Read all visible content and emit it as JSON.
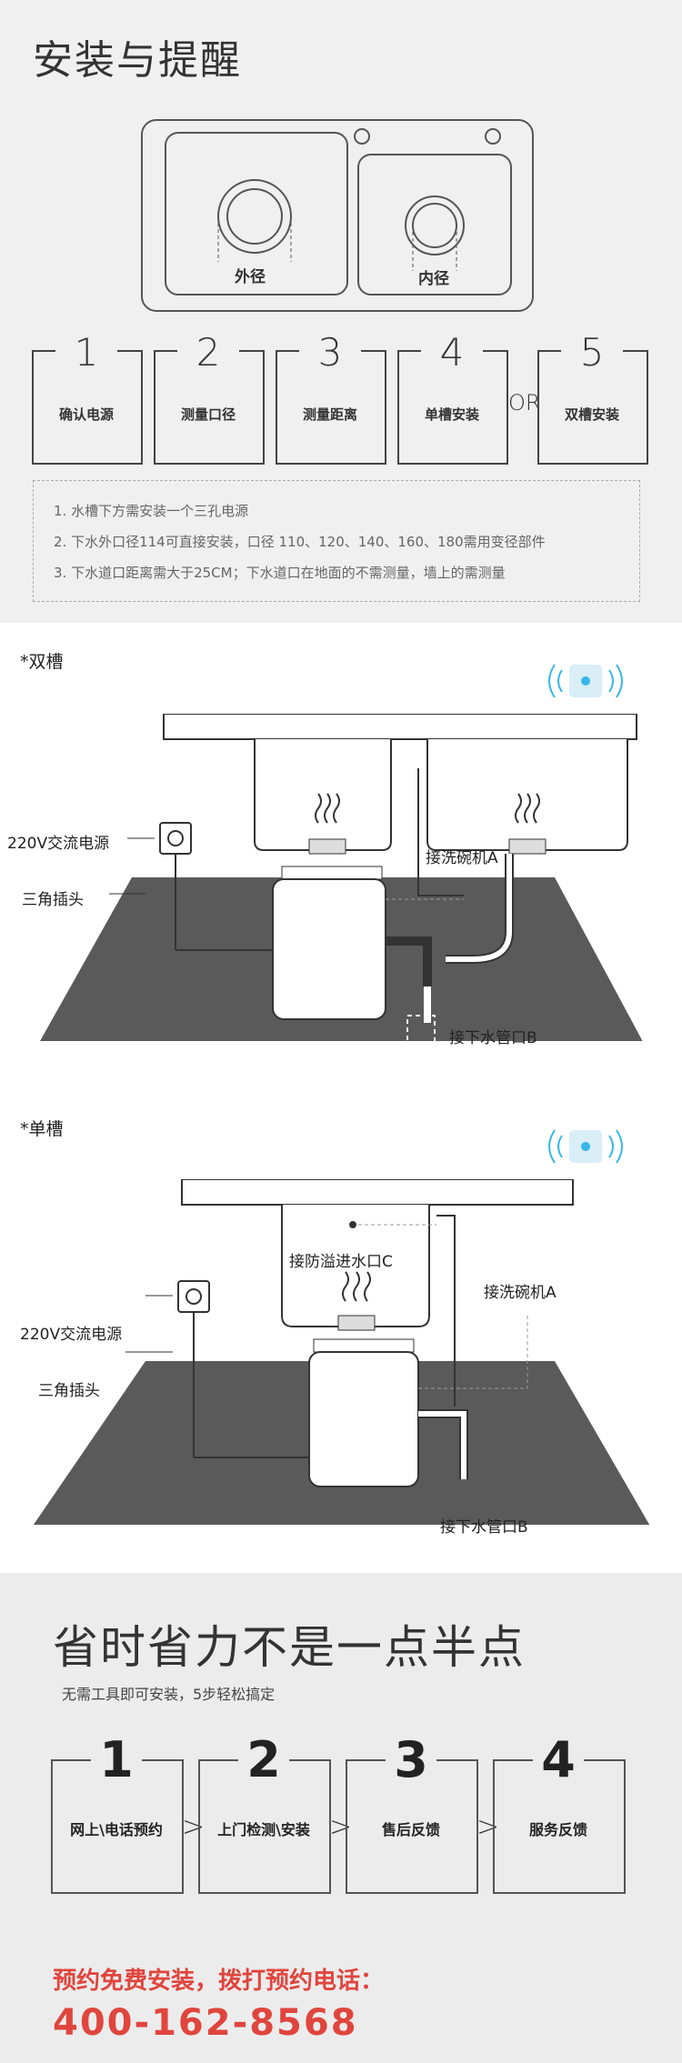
{
  "install": {
    "title": "安装与提醒",
    "outer_label": "外径",
    "inner_label": "内径",
    "steps": [
      {
        "num": "1",
        "label": "确认电源"
      },
      {
        "num": "2",
        "label": "测量口径"
      },
      {
        "num": "3",
        "label": "测量距离"
      },
      {
        "num": "4",
        "label": "单槽安装"
      },
      {
        "num": "5",
        "label": "双槽安装"
      }
    ],
    "or_text": "OR",
    "notes": [
      "1. 水槽下方需安装一个三孔电源",
      "2. 下水外口径114可直接安装，口径 110、120、140、160、180需用变径部件",
      "3. 下水道口距离需大于25CM；下水道口在地面的不需测量，墙上的需测量"
    ]
  },
  "double": {
    "caption": "*双槽",
    "power_label": "220V交流电源",
    "plug_label": "三角插头",
    "dishwasher_label": "接洗碗机A",
    "drain_label": "接下水管口B"
  },
  "single": {
    "caption": "*单槽",
    "power_label": "220V交流电源",
    "plug_label": "三角插头",
    "overflow_label": "接防溢进水口C",
    "dishwasher_label": "接洗碗机A",
    "drain_label": "接下水管口B"
  },
  "service": {
    "title": "省时省力不是一点半点",
    "subtitle": "无需工具即可安装，5步轻松搞定",
    "steps": [
      {
        "num": "1",
        "label": "网上\\电话预约"
      },
      {
        "num": "2",
        "label": "上门检测\\安装"
      },
      {
        "num": "3",
        "label": "售后反馈"
      },
      {
        "num": "4",
        "label": "服务反馈"
      }
    ],
    "arrow": ">",
    "promo": "预约免费安装，拨打预约电话：",
    "phone": "400-162-8568"
  },
  "colors": {
    "accent": "#e0453d",
    "wifi": "#38b7e8",
    "line": "#444444"
  }
}
